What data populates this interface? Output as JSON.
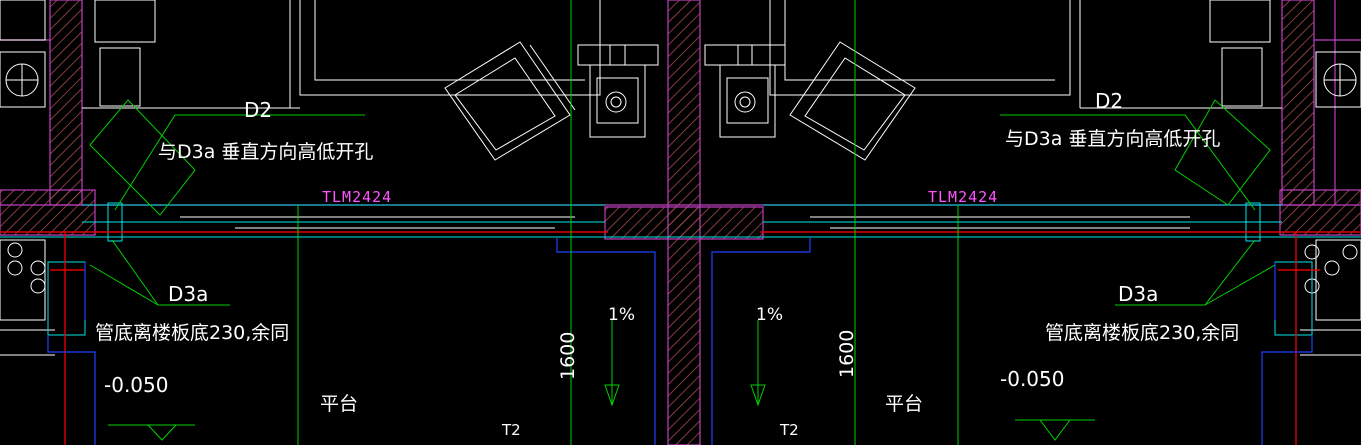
{
  "labels": {
    "d2": "D2",
    "d3a_note": "与D3a 垂直方向高低开孔",
    "tlm": "TLM2424",
    "d3a": "D3a",
    "pipe_note": "管底离楼板底230,余同",
    "elevation": "-0.050",
    "platform": "平台",
    "slope": "1%",
    "dim_1600": "1600",
    "t2": "T2"
  },
  "colors": {
    "background": "#000000",
    "wall_magenta": "#c040c0",
    "cyan": "#00e5e5",
    "green": "#00d000",
    "red": "#e00000",
    "blue": "#2040ff",
    "white": "#ffffff",
    "hatch_brown": "#b05050"
  }
}
